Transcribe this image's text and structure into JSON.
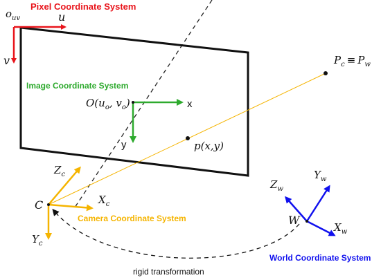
{
  "colors": {
    "pixel": "#e8141b",
    "image": "#2eaa2e",
    "camera": "#f5b400",
    "world": "#1010ee",
    "frame": "#111111",
    "ray": "#f5b400"
  },
  "labels": {
    "pixel_system": "Pixel Coordinate System",
    "image_system": "Image Coordinate System",
    "camera_system": "Camera Coordinate System",
    "world_system": "World Coordinate System",
    "rigid_transformation": "rigid transformation"
  },
  "pixel_axes": {
    "origin_base": "o",
    "origin_sub": "uv",
    "u": "u",
    "v": "v"
  },
  "image_axes": {
    "origin_text": "O(u",
    "sub_o1": "o",
    "comma_v": ", v",
    "sub_o2": "o",
    "close": ")",
    "x": "x",
    "y": "y"
  },
  "point_p": "p(x,y)",
  "point_P": {
    "c": "P",
    "c_sub": "c",
    "eq": "≡",
    "w": "P",
    "w_sub": "w"
  },
  "camera_axes": {
    "C": "C",
    "Z": "Z",
    "Z_sub": "c",
    "X": "X",
    "X_sub": "c",
    "Y": "Y",
    "Y_sub": "c"
  },
  "world_axes": {
    "W": "W",
    "Z": "Z",
    "Z_sub": "w",
    "Y": "Y",
    "Y_sub": "w",
    "X": "X",
    "X_sub": "w"
  }
}
